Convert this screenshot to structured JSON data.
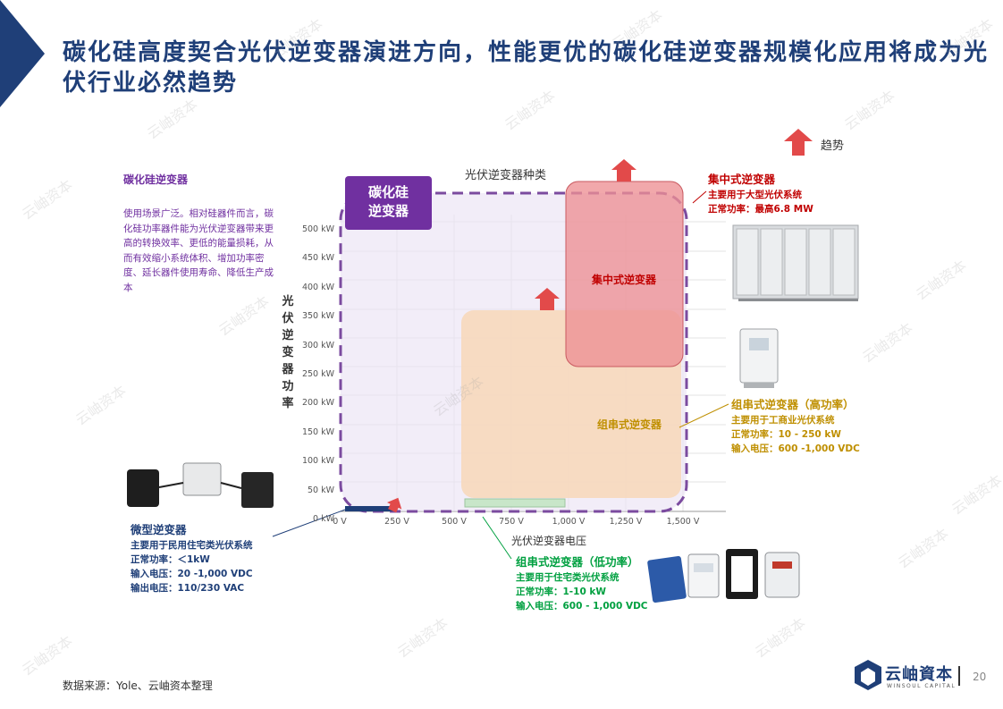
{
  "title": "碳化硅高度契合光伏逆变器演进方向，性能更优的碳化硅逆变器规模化应用将成为光伏行业必然趋势",
  "left_panel": {
    "title": "碳化硅逆变器",
    "description": "使用场景广泛。相对硅器件而言，碳化硅功率器件能为光伏逆变器带来更高的转换效率、更低的能量损耗，从而有效缩小系统体积、增加功率密度、延长器件使用寿命、降低生产成本"
  },
  "chart": {
    "title": "光伏逆变器种类",
    "ylabel": "光伏逆变器功率",
    "xlabel": "光伏逆变器电压",
    "y_ticks": [
      "500 kW",
      "450 kW",
      "400 kW",
      "350 kW",
      "300 kW",
      "250 kW",
      "200 kW",
      "150 kW",
      "100 kW",
      "50 kW",
      "0 kW"
    ],
    "x_ticks": [
      "0 V",
      "250 V",
      "500 V",
      "750 V",
      "1,000 V",
      "1,250 V",
      "1,500 V"
    ],
    "sic_box_label": "碳化硅\n逆变器",
    "central_label": "集中式逆变器",
    "string_label": "组串式逆变器"
  },
  "legend": {
    "label": "趋势"
  },
  "central_info": {
    "title": "集中式逆变器",
    "line1": "主要用于大型光伏系统",
    "line2": "正常功率：最高6.8 MW"
  },
  "string_high_info": {
    "title": "组串式逆变器（高功率）",
    "line1": "主要用于工商业光伏系统",
    "line2": "正常功率：10 - 250 kW",
    "line3": "输入电压：600 -1,000 VDC"
  },
  "string_low_info": {
    "title": "组串式逆变器（低功率）",
    "line1": "主要用于住宅类光伏系统",
    "line2": "正常功率：1-10 kW",
    "line3": "输入电压：600 - 1,000 VDC"
  },
  "micro_info": {
    "title": "微型逆变器",
    "line1": "主要用于民用住宅类光伏系统",
    "line2": "正常功率：＜1kW",
    "line3": "输入电压：20 -1,000 VDC",
    "line4": "输出电压：110/230 VAC"
  },
  "source": "数据来源：Yole、云岫资本整理",
  "page_number": "20",
  "logo": {
    "name": "云岫資本",
    "subtitle": "WINSOUL CAPITAL"
  },
  "watermark": "云岫资本",
  "colors": {
    "navy": "#1f3f78",
    "purple": "#7030a0",
    "red": "#c00000",
    "amber": "#bf8f00",
    "green": "#00a040"
  }
}
